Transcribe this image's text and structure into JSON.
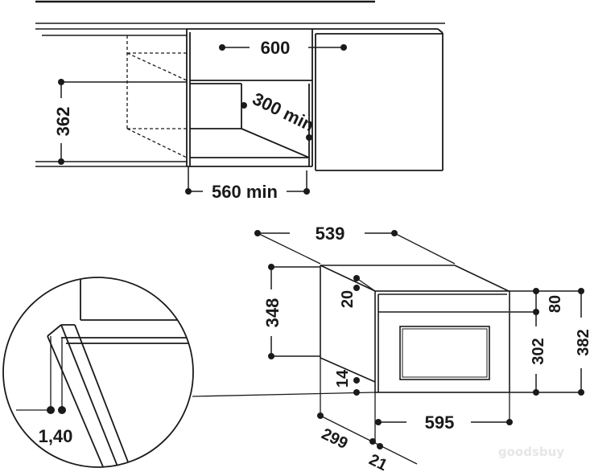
{
  "niche": {
    "width_label": "600",
    "height_label": "362",
    "depth_label": "300 min",
    "inner_width_label": "560 min"
  },
  "oven": {
    "depth_label": "539",
    "body_height_label": "348",
    "top_gap_label": "20",
    "bottom_gap_label": "14",
    "panel_height_label": "80",
    "inner_height_label": "302",
    "total_height_label": "382",
    "front_width_label": "595",
    "side_depth_label": "299",
    "front_depth_label": "21"
  },
  "detail": {
    "gap_label": "1,40"
  },
  "watermark": "goodsbuy"
}
